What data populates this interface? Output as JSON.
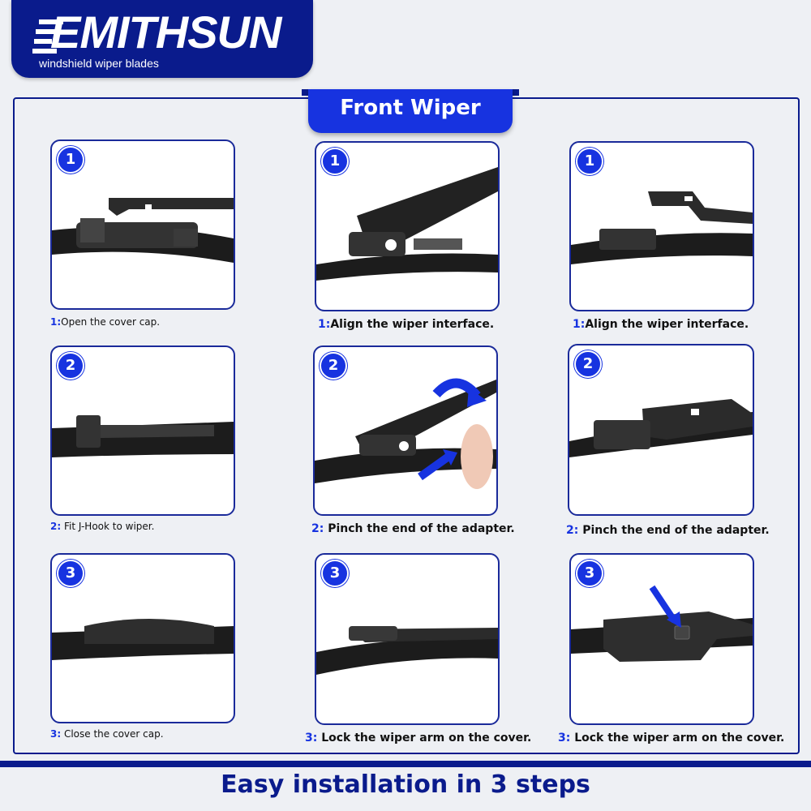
{
  "brand": {
    "name": "EMITHSUN",
    "tagline": "windshield wiper blades",
    "color": "#0a1b8c"
  },
  "section_title": "Front Wiper",
  "accent_color": "#1733e0",
  "steps": [
    {
      "badge": "1",
      "column": 1,
      "num": "1:",
      "text": "Open the cover cap."
    },
    {
      "badge": "1",
      "column": 2,
      "num": "1:",
      "text": "Align the wiper interface."
    },
    {
      "badge": "1",
      "column": 3,
      "num": "1:",
      "text": "Align the wiper interface."
    },
    {
      "badge": "2",
      "column": 1,
      "num": "2:",
      "text": " Fit J-Hook to wiper."
    },
    {
      "badge": "2",
      "column": 2,
      "num": "2:",
      "text": " Pinch the end of the adapter."
    },
    {
      "badge": "2",
      "column": 3,
      "num": "2:",
      "text": " Pinch the end of the adapter."
    },
    {
      "badge": "3",
      "column": 1,
      "num": "3:",
      "text": " Close the cover cap."
    },
    {
      "badge": "3",
      "column": 2,
      "num": "3:",
      "text": " Lock the wiper arm on the cover."
    },
    {
      "badge": "3",
      "column": 3,
      "num": "3:",
      "text": " Lock the wiper arm on the cover."
    }
  ],
  "footer": "Easy installation in 3 steps"
}
